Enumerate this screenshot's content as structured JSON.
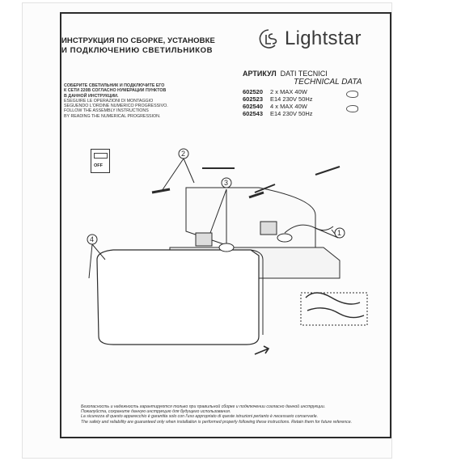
{
  "header": {
    "title_ru_line1": "ИНСТРУКЦИЯ ПО СБОРКЕ, УСТАНОВКЕ",
    "title_ru_line2": "И ПОДКЛЮЧЕНИЮ СВЕТИЛЬНИКОВ",
    "logo_text": "Lightstar"
  },
  "articles": {
    "heading_ru": "АРТИКУЛ",
    "heading_it": "DATI TECNICI",
    "heading_en": "TECHNICAL DATA",
    "rows": [
      {
        "code": "602520",
        "spec": "2 x MAX 40W"
      },
      {
        "code": "602523",
        "spec": "E14 230V 50Hz"
      },
      {
        "code": "602540",
        "spec": "4 x MAX 40W"
      },
      {
        "code": "602543",
        "spec": "E14 230V 50Hz"
      }
    ],
    "bulb_icon": "bulb-icon"
  },
  "instructions": [
    "СОБЕРИТЕ СВЕТИЛЬНИК И ПОДКЛЮЧИТЕ ЕГО",
    "К СЕТИ 220В СОГЛАСНО НУМЕРАЦИИ ПУНКТОВ",
    "В ДАННОЙ ИНСТРУКЦИИ.",
    "ESEGUIRE LE OPERAZIONI DI MONTAGGIO",
    "SEGUENDO L'ORDINE NUMERICO PROGRESSIVO.",
    "FOLLOW THE ASSEMBLY INSTRUCTIONS",
    "BY READING THE NUMERICAL PROGRESSION."
  ],
  "switch": {
    "label": "OFF"
  },
  "steps": {
    "s1": "1",
    "s2": "2",
    "s3": "3",
    "s4": "4"
  },
  "footer": [
    "Безопасность и надежность гарантируются только при правильной сборке и подключении согласно данной инструкции.",
    "Пожалуйста, сохраните данную инструкцию для будущего использования.",
    "La sicurezza di questo apparecchio è garantita solo con l'uso appropriato di queste istruzioni pertanto è necessario conservarle.",
    "The safety and reliability are guaranteed only when installation is performed properly following these instructions. Retain them for future reference."
  ],
  "colors": {
    "ink": "#2b2b2b",
    "paper": "#fcfcfc"
  }
}
